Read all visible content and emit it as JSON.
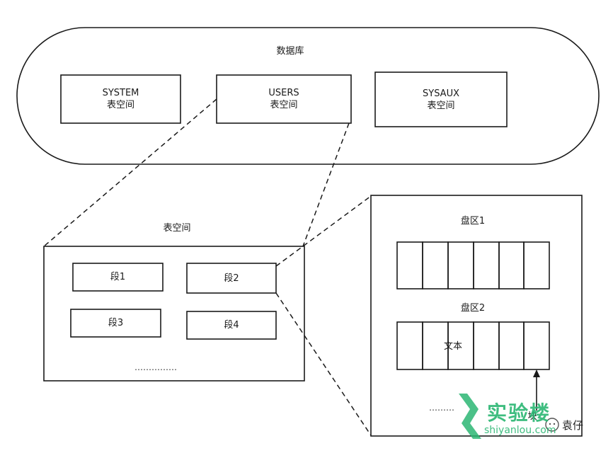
{
  "database": {
    "title": "数据库",
    "tablespaces": [
      {
        "name": "SYSTEM",
        "sub": "表空间"
      },
      {
        "name": "USERS",
        "sub": "表空间"
      },
      {
        "name": "SYSAUX",
        "sub": "表空间"
      }
    ]
  },
  "tablespace": {
    "title": "表空间",
    "segments": [
      "段1",
      "段2",
      "段3",
      "段4"
    ],
    "ellipsis": "……………"
  },
  "extents": {
    "extent1": {
      "title": "盘区1"
    },
    "extent2": {
      "title": "盘区2",
      "inner_text": "文本"
    },
    "block_label": "块",
    "ellipsis": "………"
  },
  "watermark": {
    "brand": "实验楼",
    "url": "shiyanlou.com",
    "author": "袁仔",
    "color": "#2bb673"
  },
  "colors": {
    "stroke": "#1a1a1a",
    "background": "#ffffff"
  }
}
